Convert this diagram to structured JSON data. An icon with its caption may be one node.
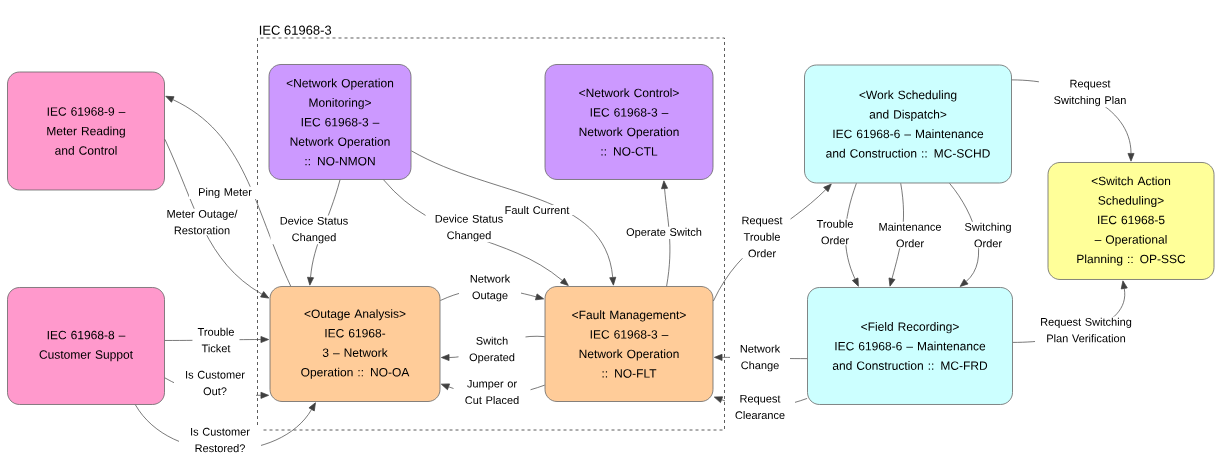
{
  "diagram": {
    "nodes": [
      {
        "text": [
          "IEC 61968-3"
        ]
      },
      {
        "text": [
          "IEC 61968-9 – Meter Reading and Control"
        ]
      },
      {
        "text": [
          "IEC 61968-8 – Customer Suppot"
        ]
      },
      {
        "text": [
          "<Network Operation Monitoring>",
          "IEC 61968-3 – Network Operation :: NO-NMON"
        ],
        "in": 0
      },
      {
        "text": [
          "<Network Control>",
          "IEC 61968-3 – Network Operation :: NO-CTL"
        ],
        "in": 0
      },
      {
        "text": [
          "<Work Scheduling and Dispatch>",
          "IEC 61968-6 – Maintenance and Construction :: MC-SCHD"
        ]
      },
      {
        "text": [
          "<Outage Analysis>",
          "IEC 61968-3 – Network Operation :: NO-OA"
        ],
        "in": 0
      },
      {
        "text": [
          "<Fault Management>",
          "IEC 61968-3 – Network Operation :: NO-FLT"
        ],
        "in": 0
      },
      {
        "text": [
          "<Switch Action Scheduling>",
          "IEC 61968-5 – Operational Planning :: OP-SSC"
        ]
      },
      {
        "text": [
          "<Field Recording>",
          "IEC 61968-6 – Maintenance and Construction :: MC-FRD"
        ]
      }
    ],
    "edges": [
      {
        "from": 6,
        "to": 1,
        "arrow": "to",
        "label": "Ping Meter"
      },
      {
        "from": 1,
        "to": 6,
        "arrow": "to",
        "label": "Meter Outage/ Restoration"
      },
      {
        "from": 3,
        "to": 6,
        "arrow": "to",
        "label": "Device Status Changed"
      },
      {
        "from": 3,
        "to": 7,
        "arrow": "to",
        "label": "Device Status Changed"
      },
      {
        "from": 3,
        "to": 7,
        "arrow": "to",
        "label": "Fault Current"
      },
      {
        "from": 7,
        "to": 4,
        "arrow": "to",
        "label": "Operate Switch"
      },
      {
        "from": 7,
        "to": 5,
        "arrow": "to",
        "label": "Request Trouble Order"
      },
      {
        "from": 6,
        "to": 7,
        "arrow": "to",
        "label": "Network Outage"
      },
      {
        "from": 7,
        "to": 6,
        "arrow": "to",
        "label": "Switch Operated"
      },
      {
        "from": 7,
        "to": 6,
        "arrow": "to",
        "label": "Jumper or Cut Placed"
      },
      {
        "from": 2,
        "to": 6,
        "arrow": "to",
        "label": "Trouble Ticket"
      },
      {
        "from": 2,
        "to": 6,
        "arrow": "to",
        "label": "Is Customer Out?"
      },
      {
        "from": 2,
        "to": 6,
        "arrow": "to",
        "label": "Is Customer Restored?"
      },
      {
        "from": 5,
        "to": 9,
        "arrow": "to",
        "label": "Trouble Order"
      },
      {
        "from": 5,
        "to": 9,
        "arrow": "to",
        "label": "Maintenance Order"
      },
      {
        "from": 5,
        "to": 9,
        "arrow": "to",
        "label": "Switching Order"
      },
      {
        "from": 5,
        "to": 8,
        "arrow": "to",
        "label": "Request Switching Plan"
      },
      {
        "from": 9,
        "to": 8,
        "arrow": "to",
        "label": "Request Switching Plan Verification"
      },
      {
        "from": 9,
        "to": 7,
        "arrow": "to",
        "label": "Network Change"
      },
      {
        "from": 9,
        "to": 7,
        "arrow": "to",
        "label": "Request Clearance"
      }
    ]
  }
}
